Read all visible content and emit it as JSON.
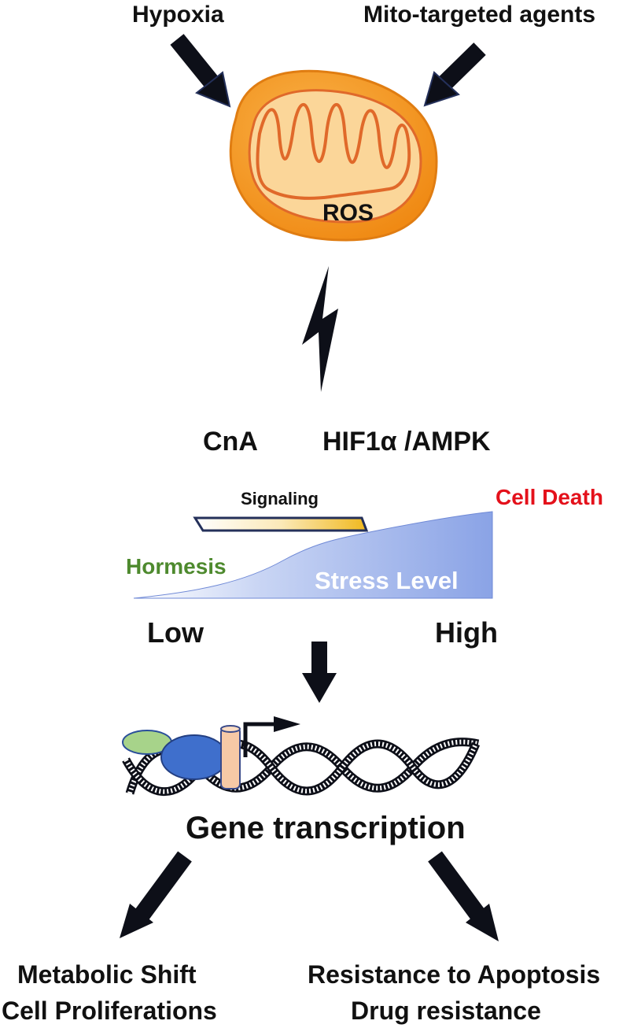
{
  "inputs": {
    "left": "Hypoxia",
    "right": "Mito-targeted agents"
  },
  "mitochondrion": {
    "label": "ROS"
  },
  "signals": {
    "left": "CnA",
    "right": "HIF1α /AMPK"
  },
  "stress_panel": {
    "signaling_label": "Signaling",
    "cell_death_label": "Cell Death",
    "hormesis_label": "Hormesis",
    "stress_level_label": "Stress Level",
    "low_label": "Low",
    "high_label": "High"
  },
  "transcription": {
    "label": "Gene transcription"
  },
  "outcomes": {
    "left_line1": "Metabolic Shift",
    "left_line2": "Cell Proliferations",
    "right_line1": "Resistance to Apoptosis",
    "right_line2": "Drug resistance"
  },
  "colors": {
    "arrow": "#0d0f18",
    "mito_outer": "#f49a1f",
    "mito_inner": "#fbd699",
    "mito_crista": "#e0692a",
    "cell_death": "#e4111b",
    "hormesis": "#4e8a2e",
    "stress_fill": "#8fa7e6",
    "signaling_bar": "#f2c428",
    "transcription_factor": "#3f6fcc",
    "cofactor": "#a7d38a",
    "promoter": "#f7c9a6"
  }
}
